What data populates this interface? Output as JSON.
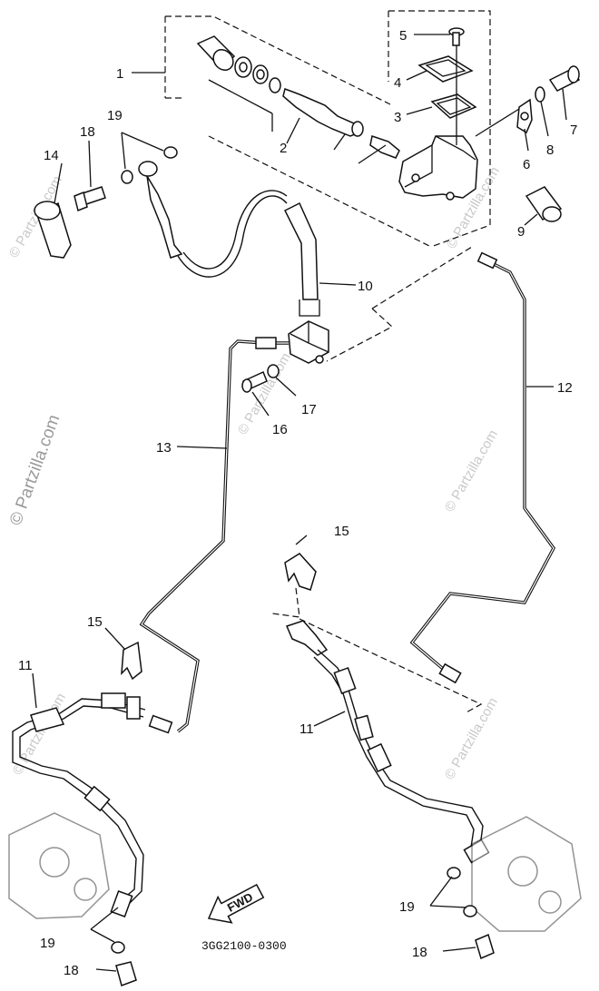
{
  "labels": {
    "l1": "1",
    "l2": "2",
    "l3": "3",
    "l4": "4",
    "l5": "5",
    "l6": "6",
    "l7": "7",
    "l8": "8",
    "l9": "9",
    "l10": "10",
    "l11a": "11",
    "l11b": "11",
    "l12": "12",
    "l13": "13",
    "l14": "14",
    "l15a": "15",
    "l15b": "15",
    "l16": "16",
    "l17": "17",
    "l18a": "18",
    "l18b": "18",
    "l18c": "18",
    "l19a": "19",
    "l19b": "19",
    "l19c": "19"
  },
  "fwd_label": "FWD",
  "diagram_code": "3GG2100-0300",
  "watermark": {
    "main": "© Partzilla.com",
    "repeat": "© Partzilla.com"
  }
}
